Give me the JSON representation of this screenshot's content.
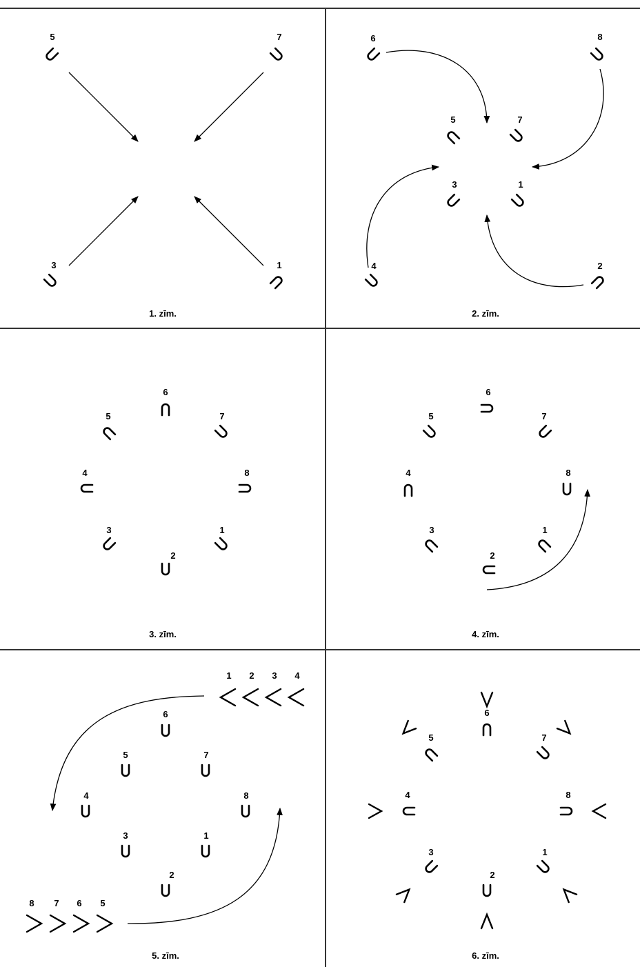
{
  "figures": [
    {
      "caption": "1. zīm.",
      "magnets": [
        {
          "label": "5"
        },
        {
          "label": "7"
        },
        {
          "label": "3"
        },
        {
          "label": "1"
        }
      ]
    },
    {
      "caption": "2. zīm.",
      "magnets": [
        {
          "label": "6"
        },
        {
          "label": "8"
        },
        {
          "label": "5"
        },
        {
          "label": "7"
        },
        {
          "label": "3"
        },
        {
          "label": "1"
        },
        {
          "label": "4"
        },
        {
          "label": "2"
        }
      ]
    },
    {
      "caption": "3. zīm.",
      "magnets": [
        {
          "label": "6"
        },
        {
          "label": "5"
        },
        {
          "label": "7"
        },
        {
          "label": "4"
        },
        {
          "label": "8"
        },
        {
          "label": "3"
        },
        {
          "label": "1"
        },
        {
          "label": "2"
        }
      ]
    },
    {
      "caption": "4. zīm.",
      "magnets": [
        {
          "label": "6"
        },
        {
          "label": "5"
        },
        {
          "label": "7"
        },
        {
          "label": "4"
        },
        {
          "label": "8"
        },
        {
          "label": "3"
        },
        {
          "label": "1"
        },
        {
          "label": "2"
        }
      ]
    },
    {
      "caption": "5. zīm.",
      "magnets": [
        {
          "label": "6"
        },
        {
          "label": "5"
        },
        {
          "label": "7"
        },
        {
          "label": "4"
        },
        {
          "label": "8"
        },
        {
          "label": "3"
        },
        {
          "label": "1"
        },
        {
          "label": "2"
        }
      ],
      "top_row_labels": [
        "1",
        "2",
        "3",
        "4"
      ],
      "bottom_row_labels": [
        "8",
        "7",
        "6",
        "5"
      ]
    },
    {
      "caption": "6. zīm.",
      "magnets": [
        {
          "label": "6"
        },
        {
          "label": "5"
        },
        {
          "label": "7"
        },
        {
          "label": "4"
        },
        {
          "label": "8"
        },
        {
          "label": "3"
        },
        {
          "label": "1"
        },
        {
          "label": "2"
        }
      ]
    }
  ]
}
